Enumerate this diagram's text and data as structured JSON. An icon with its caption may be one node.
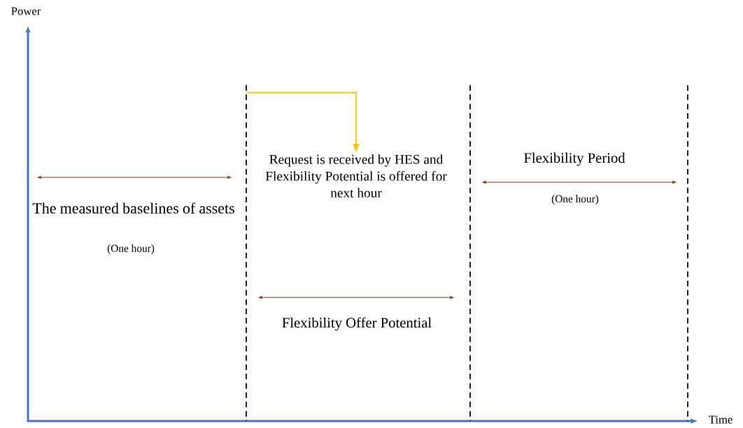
{
  "diagram": {
    "nodes": [
      {
        "text": [],
        "shape": "line"
      },
      {
        "text": [
          "Request is received by HES and Flexibility Potential is offered for next hour"
        ]
      }
    ],
    "edges": [
      {
        "from": 0,
        "to": 1,
        "arrow": "to",
        "color": "#ffc000"
      }
    ],
    "labels": [
      "Power",
      "Flexibility Period",
      "The measured baselines of assets",
      "(One hour)",
      "(One hour)",
      "Flexibility Offer Potential",
      "Time"
    ]
  }
}
